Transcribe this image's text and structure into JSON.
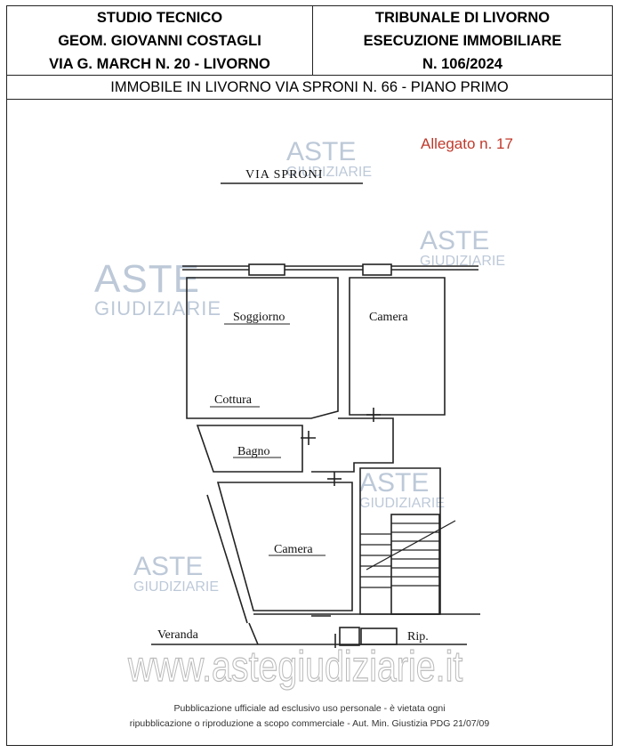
{
  "header": {
    "left": [
      "STUDIO TECNICO",
      "GEOM. GIOVANNI COSTAGLI",
      "VIA G. MARCH N. 20 - LIVORNO"
    ],
    "right": [
      "TRIBUNALE DI LIVORNO",
      "ESECUZIONE IMMOBILIARE",
      "N. 106/2024"
    ]
  },
  "subtitle": "IMMOBILE IN LIVORNO VIA SPRONI N. 66 - PIANO PRIMO",
  "allegato": "Allegato n. 17",
  "plan": {
    "street": "VIA SPRONI",
    "rooms": {
      "soggiorno": "Soggiorno",
      "camera1": "Camera",
      "cottura": "Cottura",
      "bagno": "Bagno",
      "camera2": "Camera",
      "veranda": "Veranda",
      "rip": "Rip."
    }
  },
  "watermark": {
    "aste": "ASTE",
    "giudiziarie": "GIUDIZIARIE",
    "site": "www.astegiudiziarie.it"
  },
  "footer": {
    "line1": "Pubblicazione ufficiale ad esclusivo uso personale - è vietata ogni",
    "line2": "ripubblicazione o riproduzione a scopo commerciale - Aut. Min. Giustizia PDG 21/07/09"
  },
  "colors": {
    "allegato": "#c0392b",
    "watermark": "#a7b7cc"
  }
}
